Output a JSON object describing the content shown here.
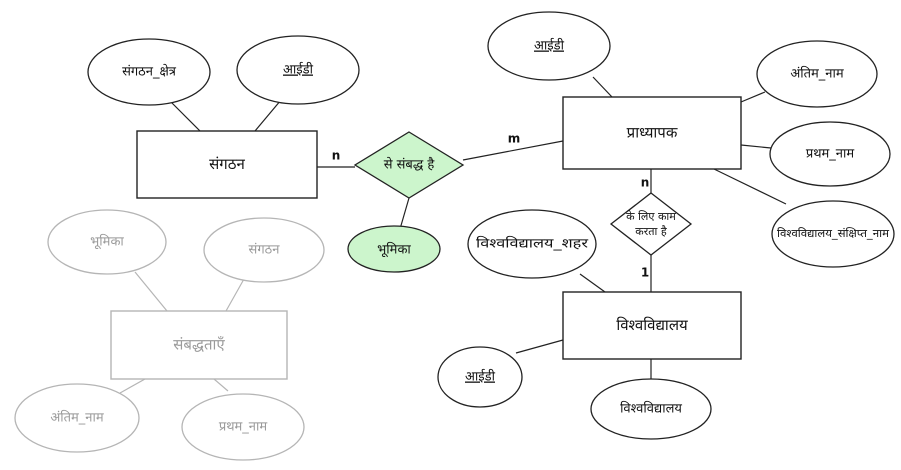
{
  "colors": {
    "stroke": "#222222",
    "faded_stroke": "#b5b5b5",
    "faded_text": "#9a9a9a",
    "relationship_fill": "#ccf5cc",
    "relationship_stroke": "#2f6f2f",
    "background": "#ffffff"
  },
  "entities": {
    "sangathan": "संगठन",
    "pradhyapak": "प्राध्यापक",
    "vishwavidyalay": "विश्वविद्यालय",
    "sambaddhtaen": "संबद्धताएँ"
  },
  "attributes": {
    "sangathan_kshetra": "संगठन_क्षेत्र",
    "sangathan_id": "आईडी",
    "pradhyapak_id": "आईडी",
    "antim_naam": "अंतिम_नाम",
    "pratham_naam": "प्रथम_नाम",
    "vishwavidyalay_sankshipt_naam": "विश्वविद्यालय_संक्षिप्त_नाम",
    "vishwavidyalay_shahar": "विश्वविद्यालय_शहर",
    "vishwavidyalay_id": "आईडी",
    "vishwavidyalay_naam": "विश्वविद्यालय",
    "relationship_bhoomika": "भूमिका",
    "faded_bhoomika": "भूमिका",
    "faded_sangathan": "संगठन",
    "faded_antim_naam": "अंतिम_नाम",
    "faded_pratham_naam": "प्रथम_नाम"
  },
  "relationships": {
    "se_sambaddh_hai": "से संबद्ध है",
    "ke_liye_kaam_line1": "के लिए काम",
    "ke_liye_kaam_line2": "करता है"
  },
  "cardinalities": {
    "sangathan_side": "n",
    "pradhyapak_side": "m",
    "pradhyapak_works": "n",
    "vishwavidyalay_works": "1"
  }
}
